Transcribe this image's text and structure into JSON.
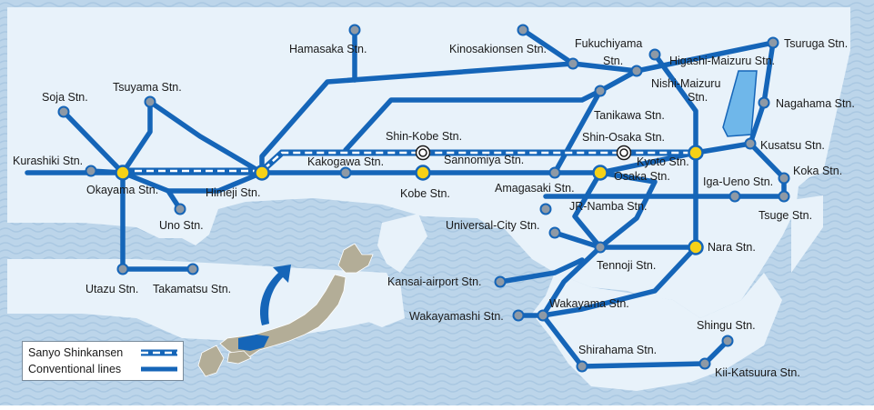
{
  "colors": {
    "sea": "#bcd5ea",
    "land": "#e8f2fa",
    "line": "#1565b8",
    "shinkansen_dash": "#ffffff",
    "major_station": "#f7d117",
    "minor_station": "#8e99a5",
    "japan_land": "#b3ad97",
    "highlight": "#1565b8",
    "lake": "#6fb7ea"
  },
  "legend": {
    "shinkansen_label": "Sanyo Shinkansen",
    "conventional_label": "Conventional lines"
  },
  "stations": {
    "hamasaka": "Hamasaka Stn.",
    "kinosakionsen": "Kinosakionsen Stn.",
    "fukuchiyama_1": "Fukuchiyama",
    "fukuchiyama_2": "Stn.",
    "tsuruga": "Tsuruga Stn.",
    "higashi_maizuru": "Higashi-Maizuru Stn.",
    "nishi_maizuru_1": "Nishi-Maizuru",
    "nishi_maizuru_2": "Stn.",
    "soja": "Soja Stn.",
    "tsuyama": "Tsuyama Stn.",
    "nagahama": "Nagahama Stn.",
    "tanikawa": "Tanikawa Stn.",
    "kurashiki": "Kurashiki Stn.",
    "shin_kobe": "Shin-Kobe Stn.",
    "shin_osaka": "Shin-Osaka Stn.",
    "kusatsu": "Kusatsu Stn.",
    "kakogawa": "Kakogawa Stn.",
    "sannomiya": "Sannomiya Stn.",
    "kyoto": "Kyoto Stn.",
    "koka": "Koka Stn.",
    "okayama": "Okayama Stn.",
    "himeji": "Himeji Stn.",
    "kobe": "Kobe Stn.",
    "amagasaki": "Amagasaki Stn.",
    "osaka": "Osaka Stn.",
    "iga_ueno": "Iga-Ueno Stn.",
    "tsuge": "Tsuge Stn.",
    "jr_namba": "JR-Namba Stn.",
    "uno": "Uno Stn.",
    "universal_city": "Universal-City Stn.",
    "nara": "Nara Stn.",
    "tennoji": "Tennoji Stn.",
    "utazu": "Utazu Stn.",
    "takamatsu": "Takamatsu Stn.",
    "kansai_airport": "Kansai-airport Stn.",
    "wakayama": "Wakayama Stn.",
    "wakayamashi": "Wakayamashi Stn.",
    "shingu": "Shingu Stn.",
    "shirahama": "Shirahama Stn.",
    "kii_katsuura": "Kii-Katsuura Stn."
  }
}
